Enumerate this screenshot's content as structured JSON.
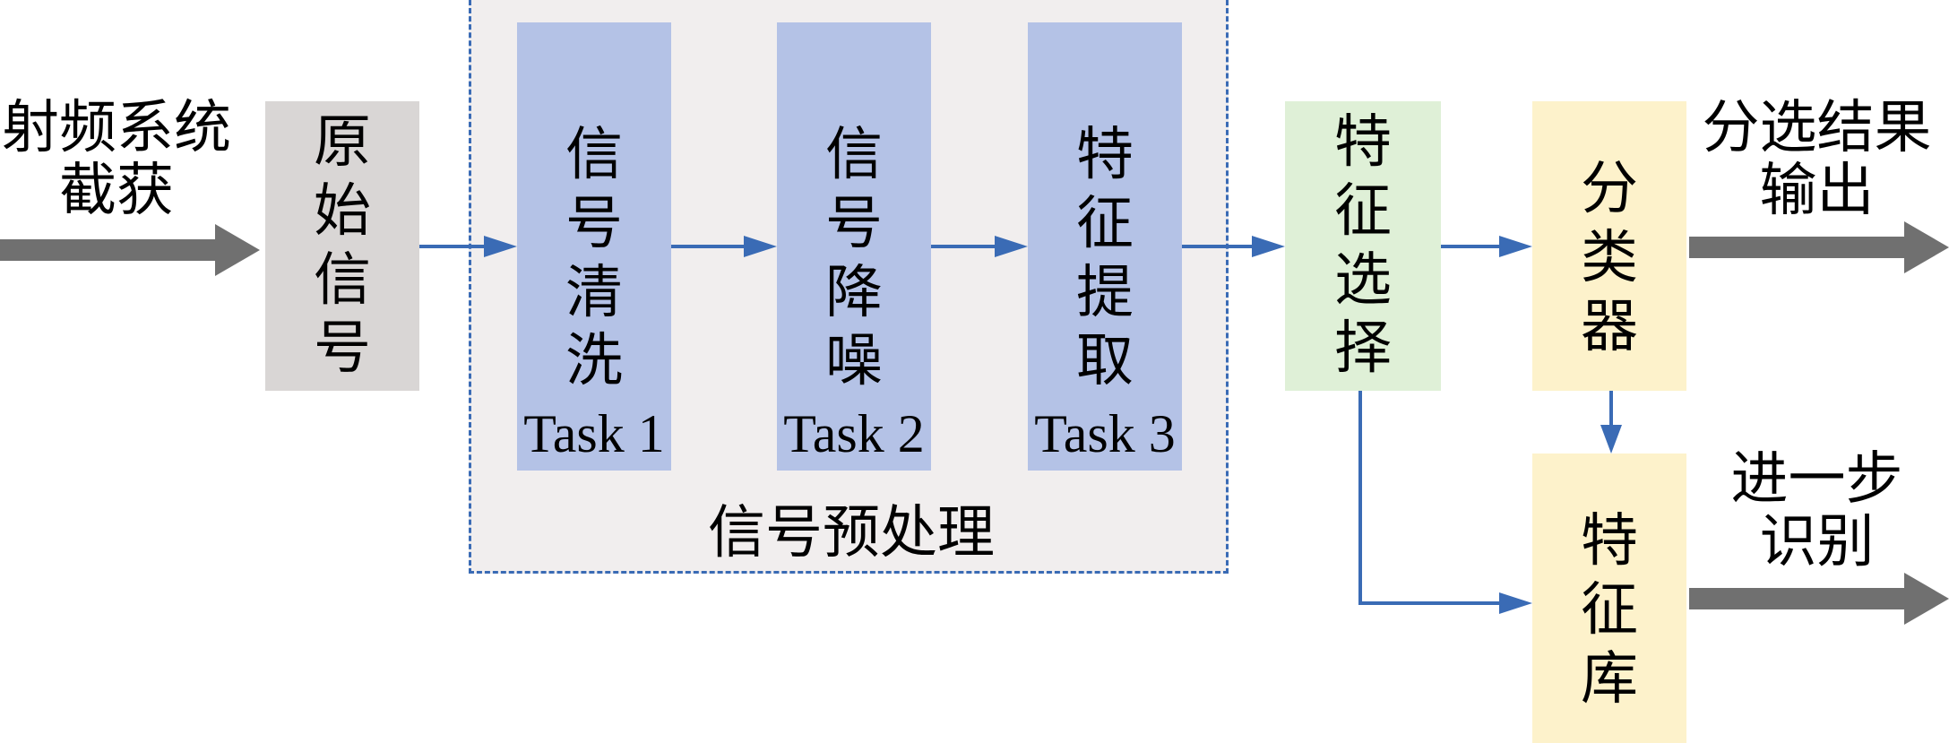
{
  "input_label": [
    "射频系统",
    "截获"
  ],
  "raw_signal": "原始信号",
  "preprocess": {
    "title": "信号预处理",
    "steps": [
      {
        "name": "信号清洗",
        "task": "Task 1"
      },
      {
        "name": "信号降噪",
        "task": "Task 2"
      },
      {
        "name": "特征提取",
        "task": "Task 3"
      }
    ]
  },
  "feature_selection": "特征选择",
  "classifier": "分类器",
  "feature_library": "特征库",
  "output_label": [
    "分选结果",
    "输出"
  ],
  "further_label": [
    "进一步",
    "识别"
  ],
  "colors": {
    "raw_box": "#d9d6d5",
    "preprocess_bg": "#f1eeee",
    "preprocess_border": "#3a6bb5",
    "step_box": "#b4c2e6",
    "feature_select_box": "#dff0d7",
    "classifier_box": "#fdf2cb",
    "arrow_blue": "#3a6bb5",
    "arrow_gray": "#707070"
  }
}
